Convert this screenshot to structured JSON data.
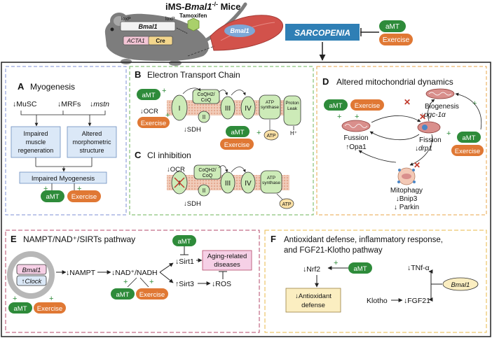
{
  "header": {
    "mice_title_prefix": "iMS-",
    "mice_gene": "Bmal1",
    "mice_superscript": "-/-",
    "mice_suffix": " Mice",
    "loxp_left": "loxP",
    "loxp_right": "loxP",
    "bmal1_gene": "Bmal1",
    "acta1": "ACTA1",
    "cre": "Cre",
    "tamoxifen": "Tamoxifen",
    "muscle_bmal1": "Bmal1",
    "sarcopenia": "SARCOPENIA",
    "amt": "aMT",
    "exercise": "Exercise"
  },
  "panelA": {
    "letter": "A",
    "title": "Myogenesis",
    "musc": "MuSC",
    "mrfs": "MRFs",
    "mstn": "mstn",
    "impaired_regen": "Impaired muscle regeneration",
    "impaired_regen_lines": [
      "Impaired",
      "muscle",
      "regeneration"
    ],
    "altered_morph_lines": [
      "Altered",
      "morphometric",
      "structure"
    ],
    "impaired_myogenesis": "Impaired Myogenesis",
    "amt": "aMT",
    "exercise": "Exercise"
  },
  "panelB": {
    "letter": "B",
    "title": "Electron Transport Chain",
    "complex_I": "I",
    "complex_II": "II",
    "complex_III": "III",
    "complex_IV": "IV",
    "coq_lines": [
      "CoQH2/",
      "CoQ"
    ],
    "atp_synthase_lines": [
      "ATP",
      "synthase"
    ],
    "proton_leak_lines": [
      "Proton",
      "Leak"
    ],
    "h_plus": "H⁺",
    "atp": "ATP",
    "ocr": "OCR",
    "sdh": "SDH",
    "amt": "aMT",
    "exercise": "Exercise"
  },
  "panelC": {
    "letter": "C",
    "title": "CI inhibition",
    "ocr": "OCR",
    "sdh": "SDH",
    "complex_I": "I",
    "complex_II": "II",
    "complex_III": "III",
    "complex_IV": "IV",
    "coq_lines": [
      "CoQH2/",
      "CoQ"
    ],
    "atp_synthase_lines": [
      "ATP",
      "synthase"
    ],
    "atp": "ATP"
  },
  "panelD": {
    "letter": "D",
    "title": "Altered mitochondrial dynamics",
    "biogenesis": "Biogenesis",
    "pgc1a": "pgc-1α",
    "fussion": "Fussion",
    "opa1": "Opa1",
    "fission": "Fission",
    "drp1": "drp1",
    "mitophagy": "Mitophagy",
    "bnip3": "Bnip3",
    "parkin": "Parkin",
    "amt": "aMT",
    "exercise": "Exercise"
  },
  "panelE": {
    "letter": "E",
    "title": "NAMPT/NAD⁺/SIRTs pathway",
    "bmal1": "Bmal1",
    "clock": "Clock",
    "nampt": "NAMPT",
    "nad": "NAD⁺/NADH",
    "sirt1": "Sirt1",
    "sirt3": "Sirt3",
    "ros": "ROS",
    "aging_lines": [
      "Aging-related",
      "diseases"
    ],
    "amt": "aMT",
    "exercise": "Exercise"
  },
  "panelF": {
    "letter": "F",
    "title_lines": [
      "Antioxidant defense, inflammatory response,",
      "and FGF21-Klotho pathway"
    ],
    "nrf2": "Nrf2",
    "antioxidant_lines": [
      "Antioxidant",
      "defense"
    ],
    "tnf": "TNf-α",
    "bmal1": "Bmal1",
    "klotho": "Klotho",
    "fgf21": "FGF21",
    "amt": "aMT"
  },
  "colors": {
    "amt_green": "#2e8b3a",
    "exercise_orange": "#e07834",
    "sarcopenia_blue": "#2f7fb5",
    "membrane": "#e8b9a3",
    "complex_fill": "#cdebb8",
    "mito": "#d98f8c",
    "box_blue": "#dbe8f7",
    "aging_pink": "#f6d0e6",
    "antiox_yellow": "#fbeec1"
  }
}
